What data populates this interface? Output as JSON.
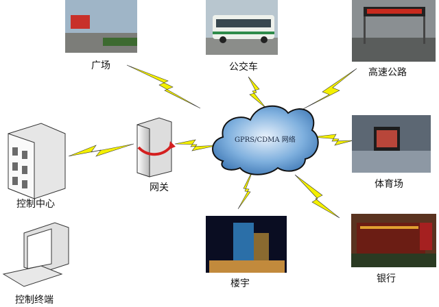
{
  "nodes": {
    "plaza": "广场",
    "bus": "公交车",
    "highway": "高速公路",
    "stadium": "体育场",
    "bank": "银行",
    "building": "楼宇",
    "gateway": "网关",
    "control_center": "控制中心",
    "control_terminal": "控制终端"
  },
  "network": "GPRS/CDMA 网络",
  "colors": {
    "bolt": "#f4f000",
    "cloud": "#6fa3d6"
  }
}
